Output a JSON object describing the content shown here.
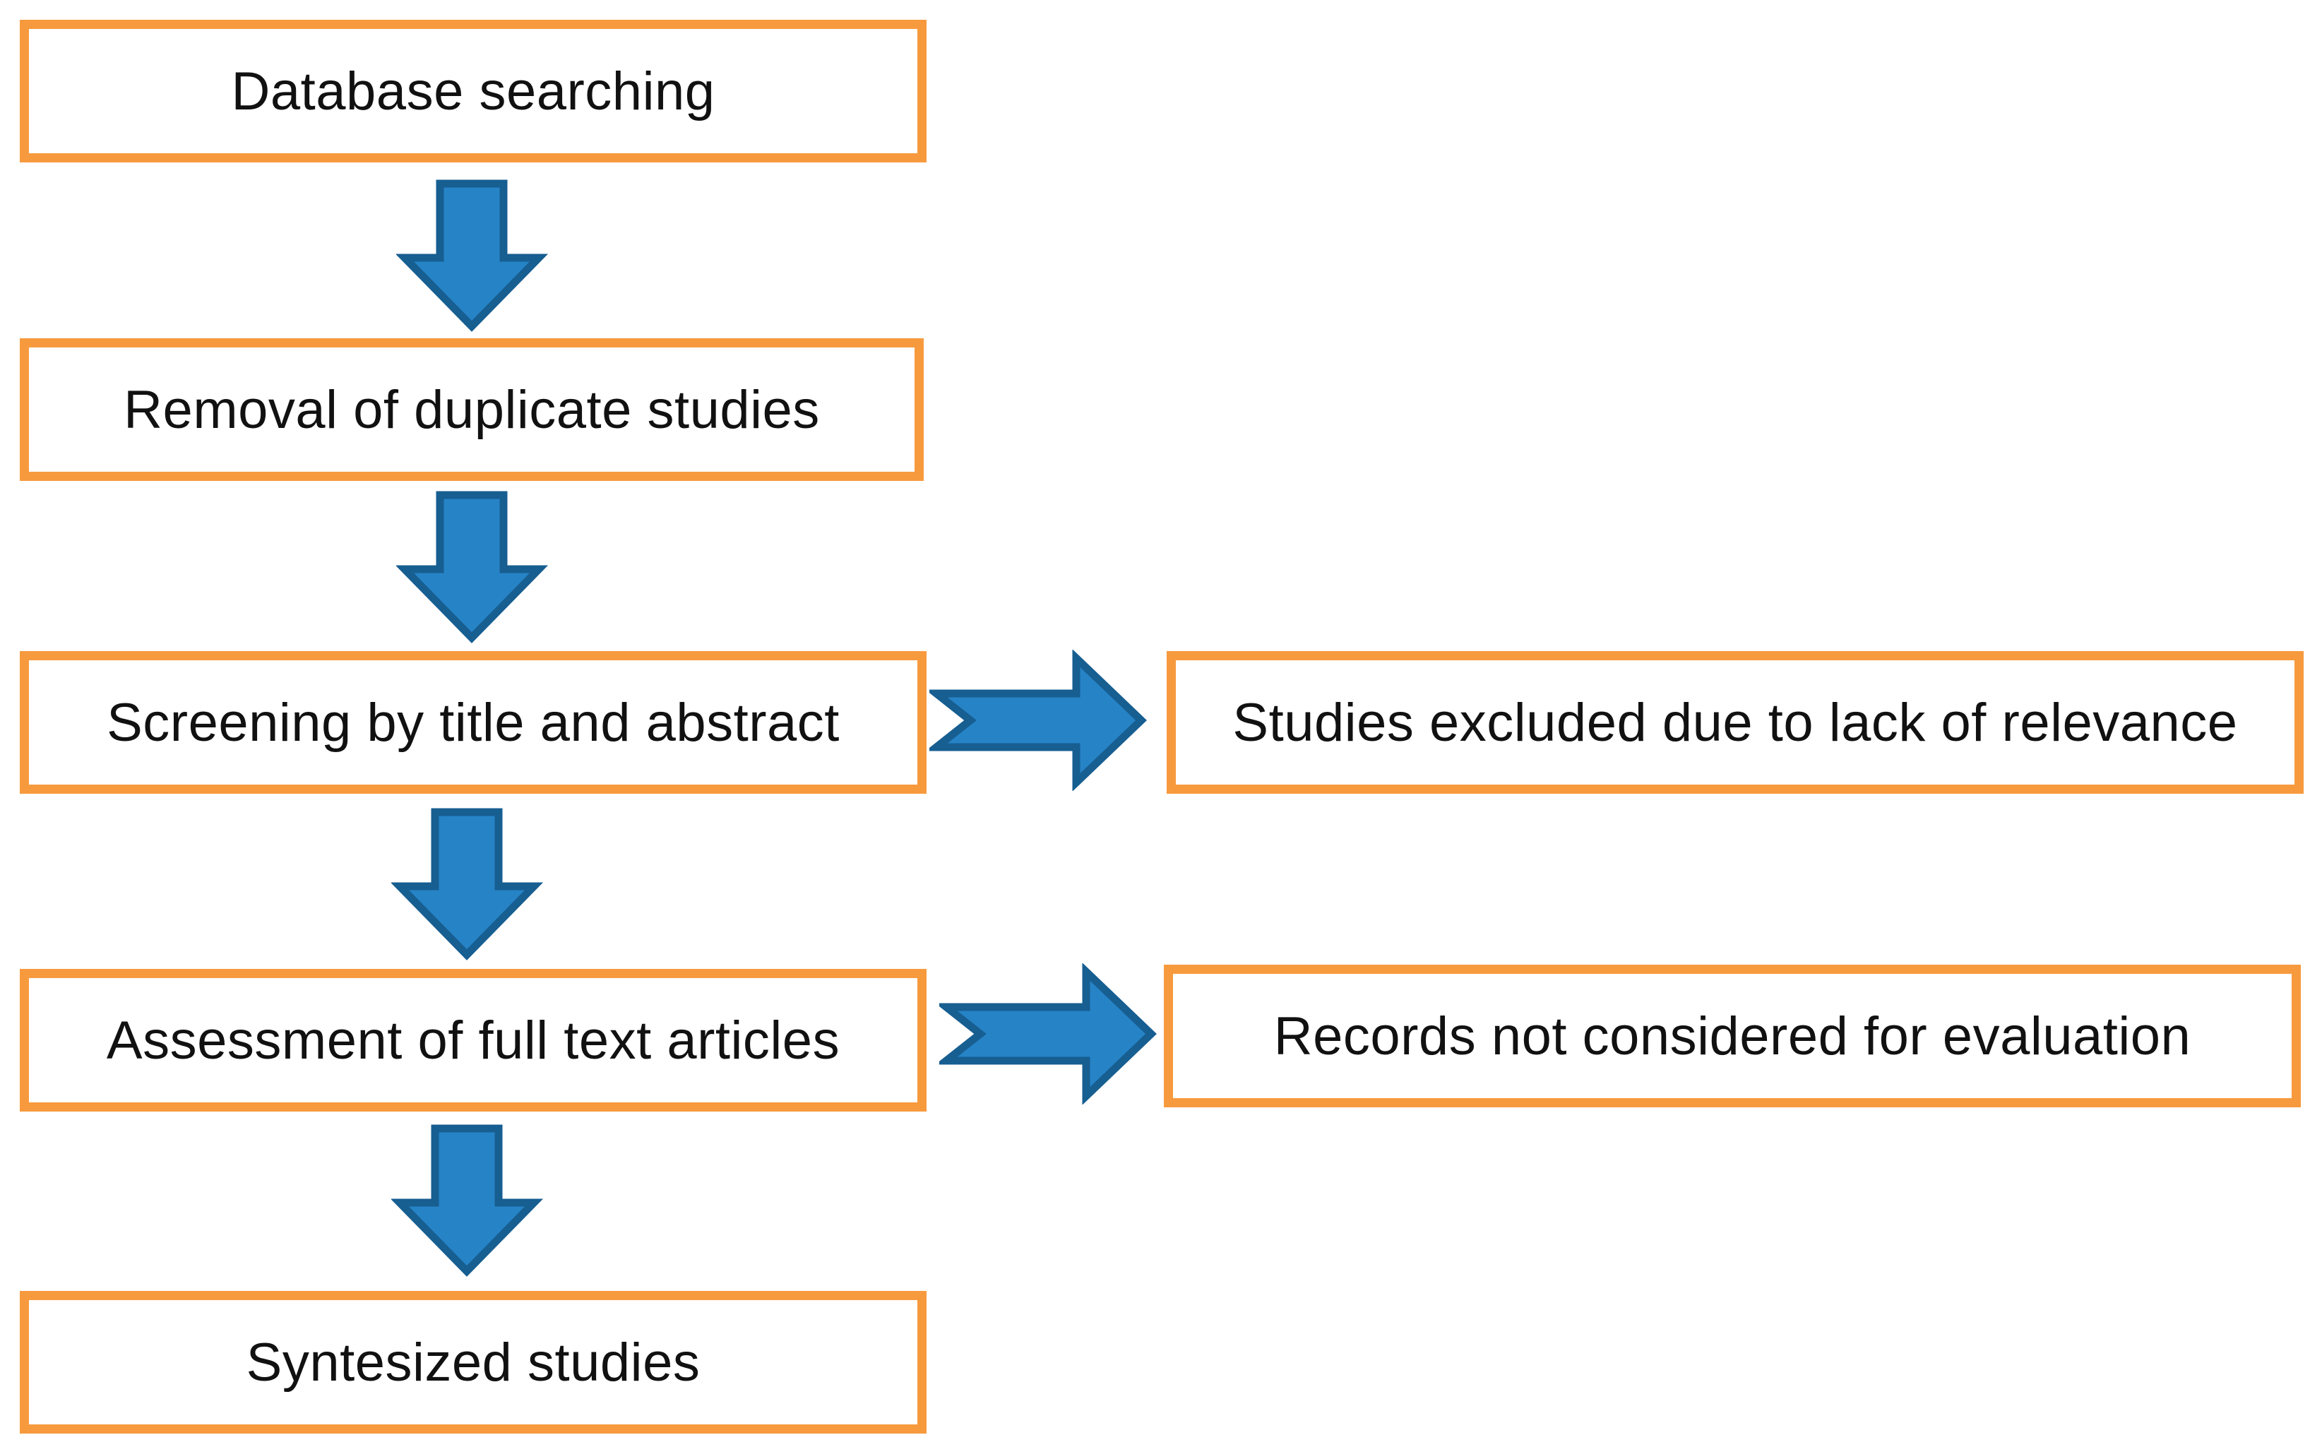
{
  "flow": {
    "steps": [
      {
        "label": "Database  searching"
      },
      {
        "label": "Removal  of duplicate studies"
      },
      {
        "label": "Screening  by title and abstract"
      },
      {
        "label": "Assessment of full  text articles"
      },
      {
        "label": "Syntesized studies"
      }
    ],
    "exclusions": [
      {
        "label": "Studies excluded due to lack of relevance"
      },
      {
        "label": "Records  not  considered  for  evaluation"
      }
    ]
  },
  "colors": {
    "box_border": "#F79A3E",
    "arrow_fill": "#2683C6",
    "arrow_stroke": "#175E91"
  }
}
